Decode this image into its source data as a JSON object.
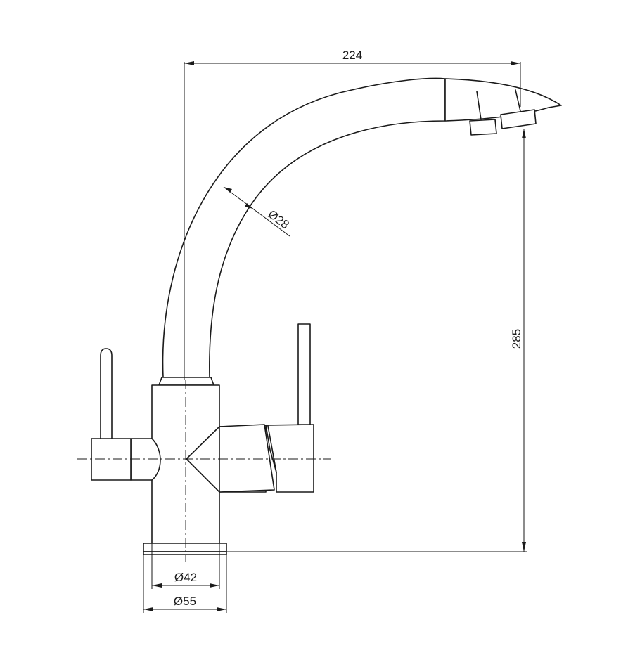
{
  "dimensions": {
    "width_label": "224",
    "height_label": "285",
    "spout_diameter_label": "Ø28",
    "inner_base_diameter_label": "Ø42",
    "outer_base_diameter_label": "Ø55"
  }
}
